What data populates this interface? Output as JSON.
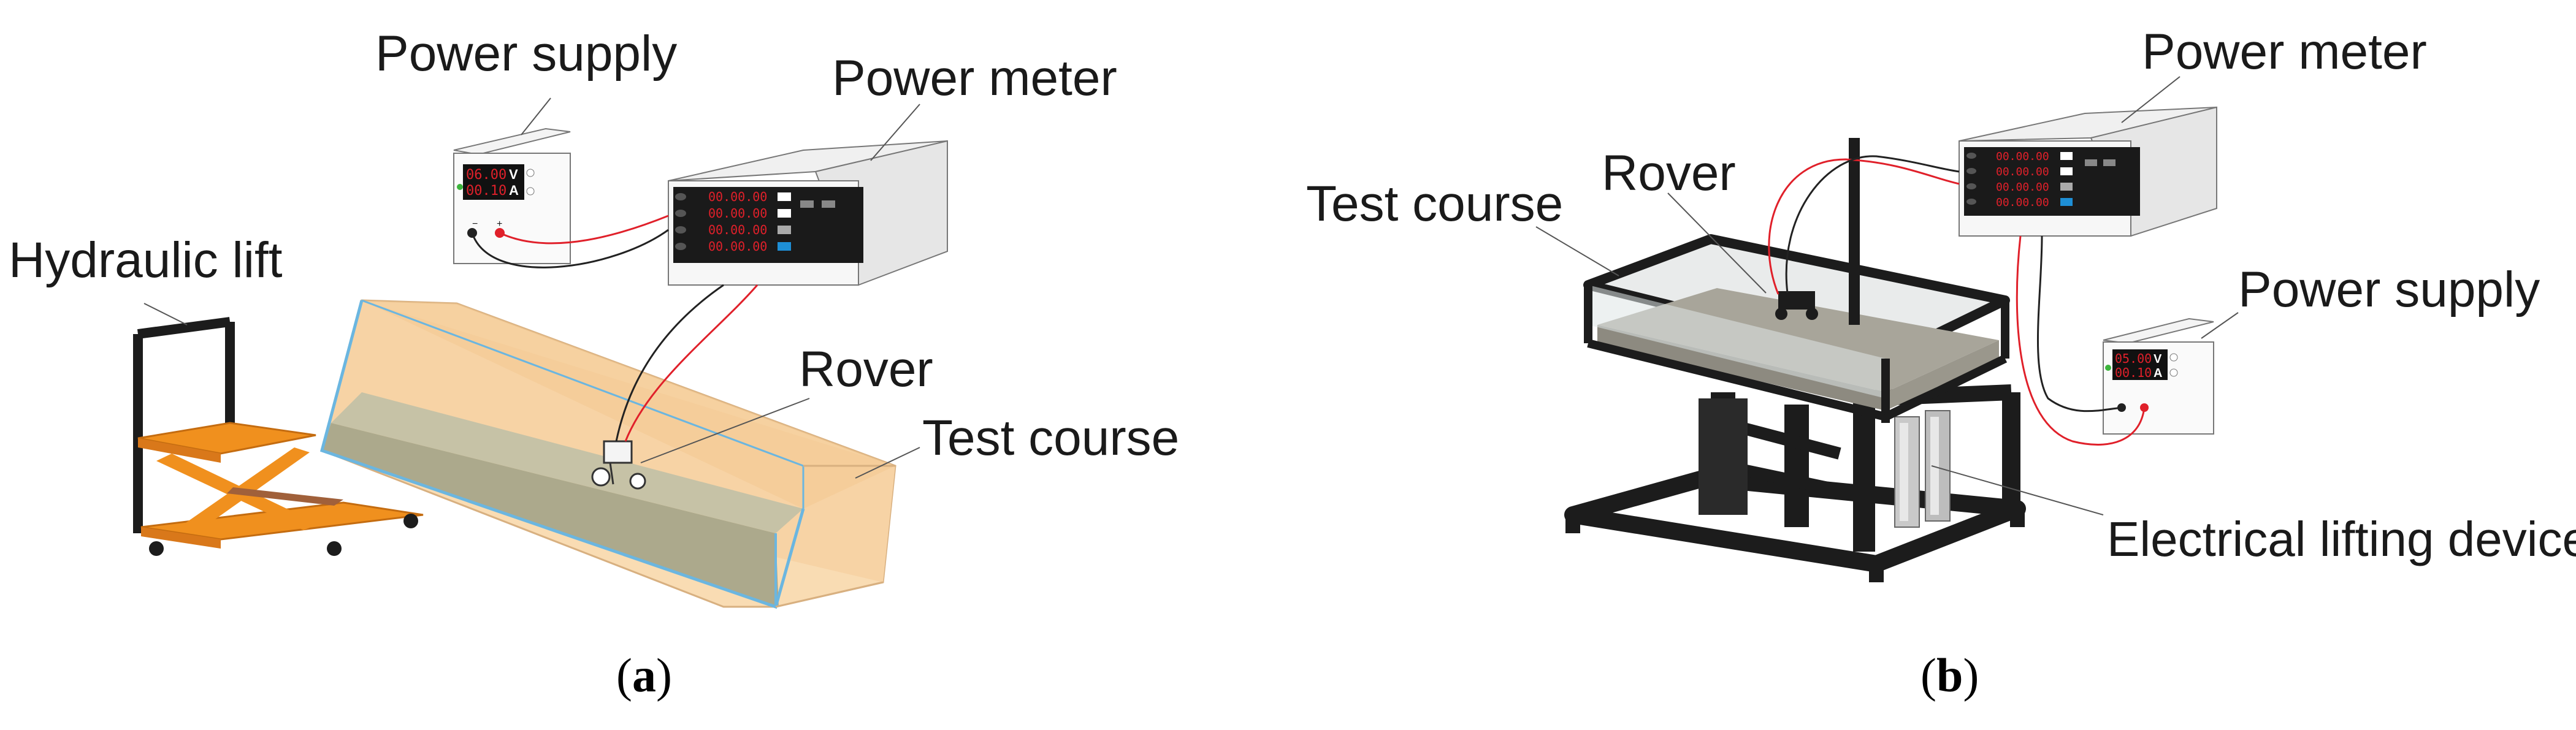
{
  "panel_a": {
    "labels": {
      "power_supply": "Power supply",
      "power_meter": "Power meter",
      "hydraulic_lift": "Hydraulic lift",
      "rover": "Rover",
      "test_course": "Test course"
    },
    "power_supply_display": {
      "voltage": "06.00",
      "voltage_unit": "V",
      "current": "00.10",
      "current_unit": "A"
    },
    "power_meter_display": [
      "00.00.00",
      "00.00.00",
      "00.00.00",
      "00.00.00"
    ],
    "caption_letter": "a"
  },
  "panel_b": {
    "labels": {
      "test_course": "Test course",
      "rover": "Rover",
      "power_meter": "Power meter",
      "power_supply": "Power supply",
      "electrical_lifting_device": "Electrical lifting device"
    },
    "power_supply_display": {
      "voltage": "05.00",
      "voltage_unit": "V",
      "current": "00.10",
      "current_unit": "A"
    },
    "power_meter_display": [
      "00.00.00",
      "00.00.00",
      "00.00.00",
      "00.00.00"
    ],
    "caption_letter": "b"
  },
  "colors": {
    "lift_orange": "#f0901e",
    "course_fill": "#f7d3a5",
    "course_floor": "#aca98c",
    "course_edge": "#6bb6e0",
    "display_red": "#e0202a",
    "frame_black": "#1c1c1c"
  }
}
